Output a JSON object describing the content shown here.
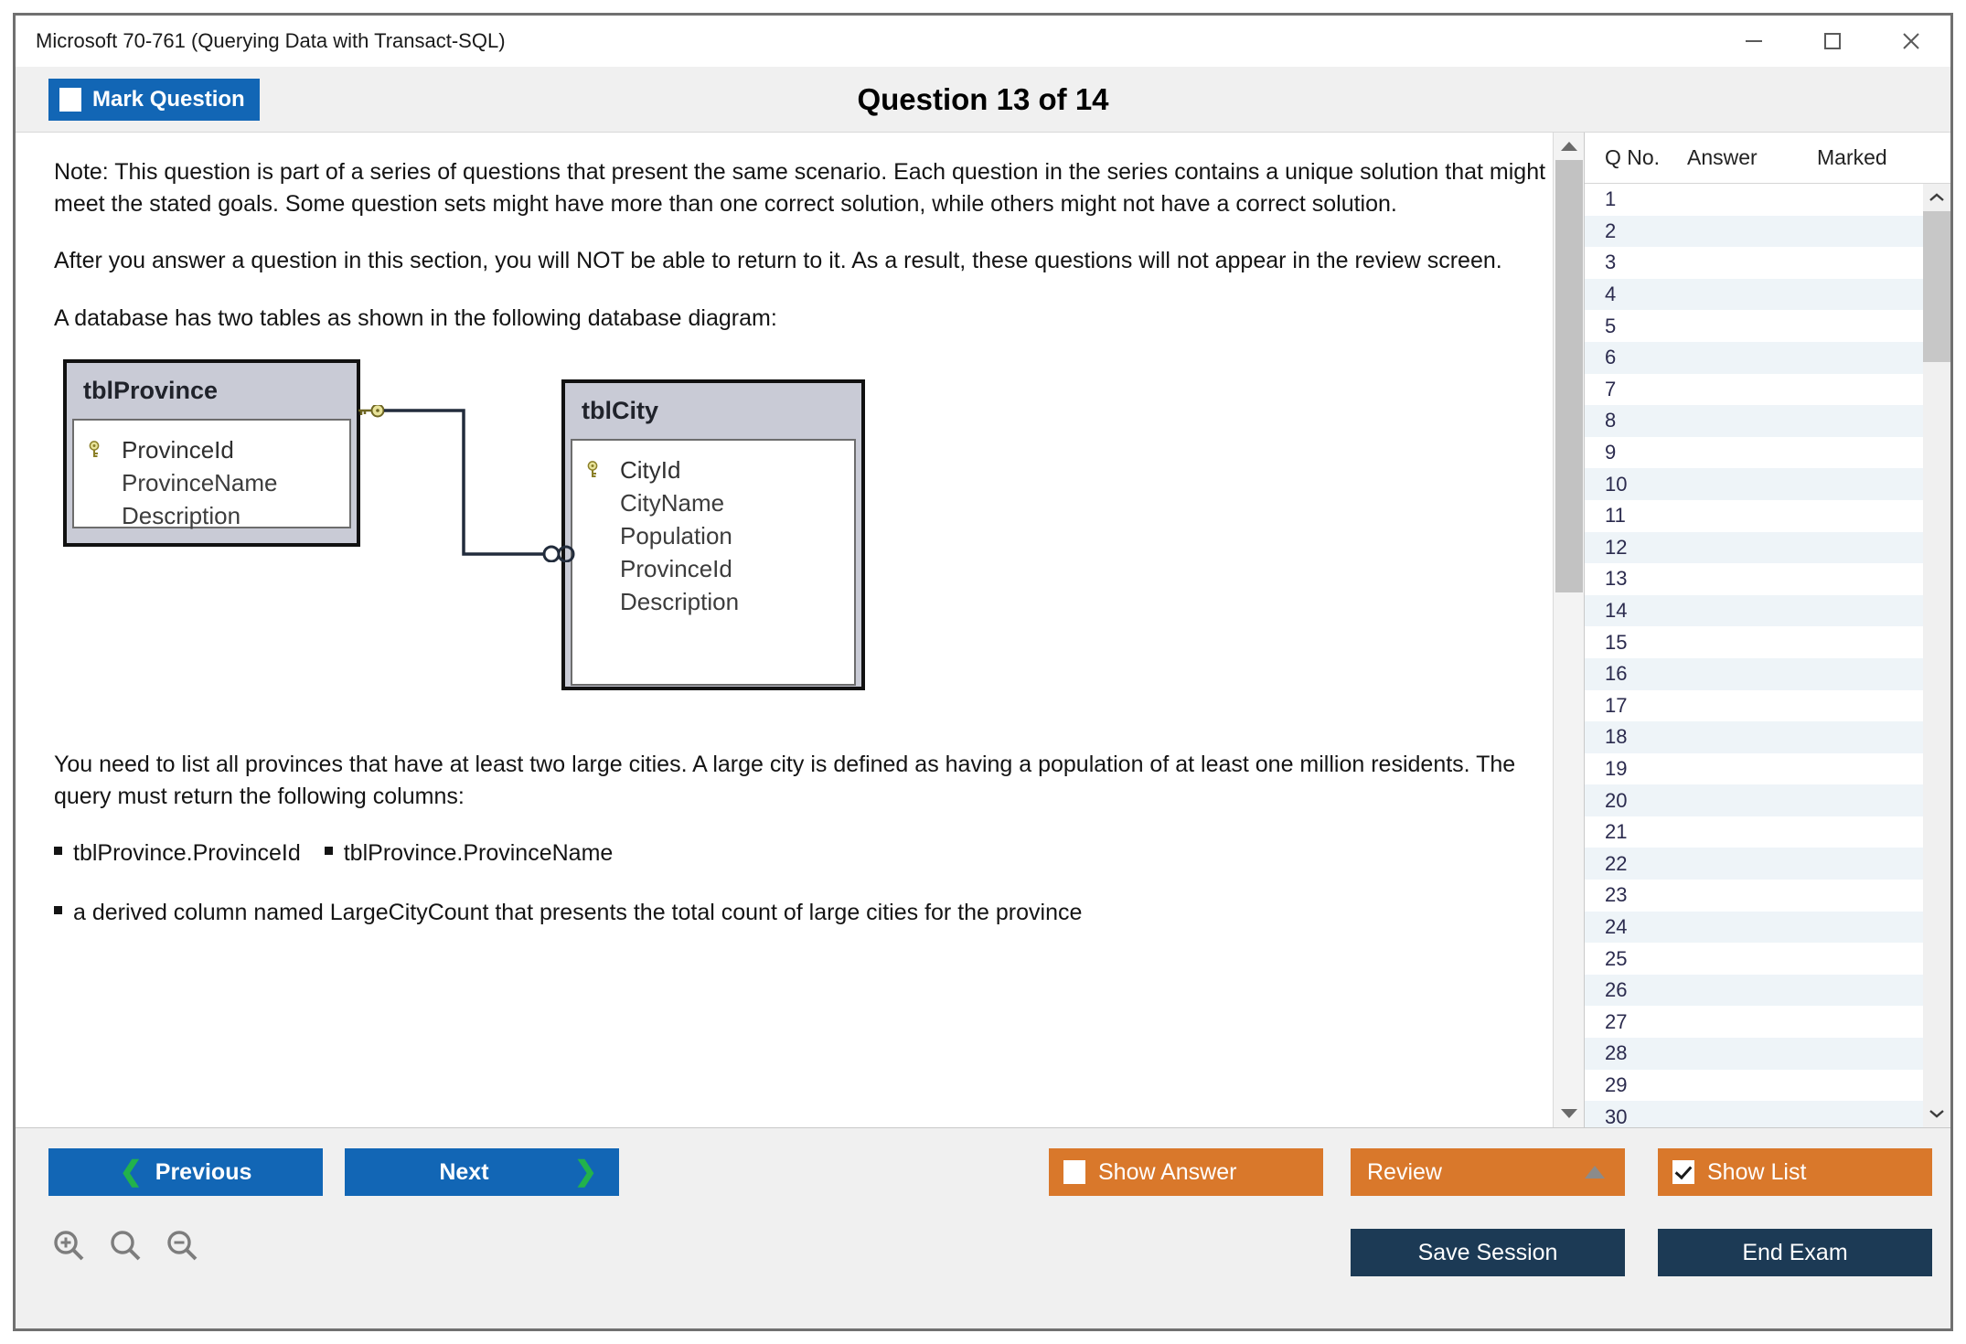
{
  "window": {
    "title": "Microsoft 70-761 (Querying Data with Transact-SQL)",
    "controls": {
      "minimize": "minimize-icon",
      "maximize": "maximize-icon",
      "close": "close-icon"
    }
  },
  "header": {
    "mark_question_label": "Mark Question",
    "mark_question_checked": false,
    "question_title": "Question 13 of 14"
  },
  "question": {
    "paragraphs": [
      "Note: This question is part of a series of questions that present the same scenario. Each question in the series contains a unique solution that might meet the stated goals. Some question sets might have more than one correct solution, while others might not have a correct solution.",
      "After you answer a question in this section, you will NOT be able to return to it. As a result, these questions will not appear in the review screen.",
      "A database has two tables as shown in the following database diagram:"
    ],
    "requirement": "You need to list all provinces that have at least two large cities. A large city is defined as having a population of at least one million residents. The query must return the following columns:",
    "columns_inline": [
      "tblProvince.ProvinceId",
      "tblProvince.ProvinceName"
    ],
    "derived_column": "a derived column named LargeCityCount that presents the total count of large cities for the province"
  },
  "diagram": {
    "tables": [
      {
        "name": "tblProvince",
        "fields": [
          {
            "name": "ProvinceId",
            "pk": true
          },
          {
            "name": "ProvinceName",
            "pk": false
          },
          {
            "name": "Description",
            "pk": false
          }
        ]
      },
      {
        "name": "tblCity",
        "fields": [
          {
            "name": "CityId",
            "pk": true
          },
          {
            "name": "CityName",
            "pk": false
          },
          {
            "name": "Population",
            "pk": false
          },
          {
            "name": "ProvinceId",
            "pk": false
          },
          {
            "name": "Description",
            "pk": false
          }
        ]
      }
    ],
    "relationship": {
      "from_icon": "key-icon",
      "to_icon": "infinity-icon",
      "cardinality": "one-to-many"
    }
  },
  "question_list": {
    "headers": {
      "q_no": "Q No.",
      "answer": "Answer",
      "marked": "Marked"
    },
    "rows": [
      {
        "q_no": "1",
        "answer": "",
        "marked": ""
      },
      {
        "q_no": "2",
        "answer": "",
        "marked": ""
      },
      {
        "q_no": "3",
        "answer": "",
        "marked": ""
      },
      {
        "q_no": "4",
        "answer": "",
        "marked": ""
      },
      {
        "q_no": "5",
        "answer": "",
        "marked": ""
      },
      {
        "q_no": "6",
        "answer": "",
        "marked": ""
      },
      {
        "q_no": "7",
        "answer": "",
        "marked": ""
      },
      {
        "q_no": "8",
        "answer": "",
        "marked": ""
      },
      {
        "q_no": "9",
        "answer": "",
        "marked": ""
      },
      {
        "q_no": "10",
        "answer": "",
        "marked": ""
      },
      {
        "q_no": "11",
        "answer": "",
        "marked": ""
      },
      {
        "q_no": "12",
        "answer": "",
        "marked": ""
      },
      {
        "q_no": "13",
        "answer": "",
        "marked": ""
      },
      {
        "q_no": "14",
        "answer": "",
        "marked": ""
      },
      {
        "q_no": "15",
        "answer": "",
        "marked": ""
      },
      {
        "q_no": "16",
        "answer": "",
        "marked": ""
      },
      {
        "q_no": "17",
        "answer": "",
        "marked": ""
      },
      {
        "q_no": "18",
        "answer": "",
        "marked": ""
      },
      {
        "q_no": "19",
        "answer": "",
        "marked": ""
      },
      {
        "q_no": "20",
        "answer": "",
        "marked": ""
      },
      {
        "q_no": "21",
        "answer": "",
        "marked": ""
      },
      {
        "q_no": "22",
        "answer": "",
        "marked": ""
      },
      {
        "q_no": "23",
        "answer": "",
        "marked": ""
      },
      {
        "q_no": "24",
        "answer": "",
        "marked": ""
      },
      {
        "q_no": "25",
        "answer": "",
        "marked": ""
      },
      {
        "q_no": "26",
        "answer": "",
        "marked": ""
      },
      {
        "q_no": "27",
        "answer": "",
        "marked": ""
      },
      {
        "q_no": "28",
        "answer": "",
        "marked": ""
      },
      {
        "q_no": "29",
        "answer": "",
        "marked": ""
      },
      {
        "q_no": "30",
        "answer": "",
        "marked": ""
      }
    ]
  },
  "footer": {
    "previous_label": "Previous",
    "next_label": "Next",
    "show_answer_label": "Show Answer",
    "show_answer_checked": false,
    "review_label": "Review",
    "show_list_label": "Show List",
    "show_list_checked": true,
    "save_session_label": "Save Session",
    "end_exam_label": "End Exam",
    "zoom_icons": [
      "zoom-in-icon",
      "zoom-reset-icon",
      "zoom-out-icon"
    ]
  },
  "colors": {
    "accent_blue": "#1266b5",
    "accent_orange": "#d9782b",
    "accent_navy": "#1c3a55",
    "chevron_green": "#22b24c",
    "row_alt": "#eef4f8",
    "header_bg": "#f0f0f0"
  }
}
